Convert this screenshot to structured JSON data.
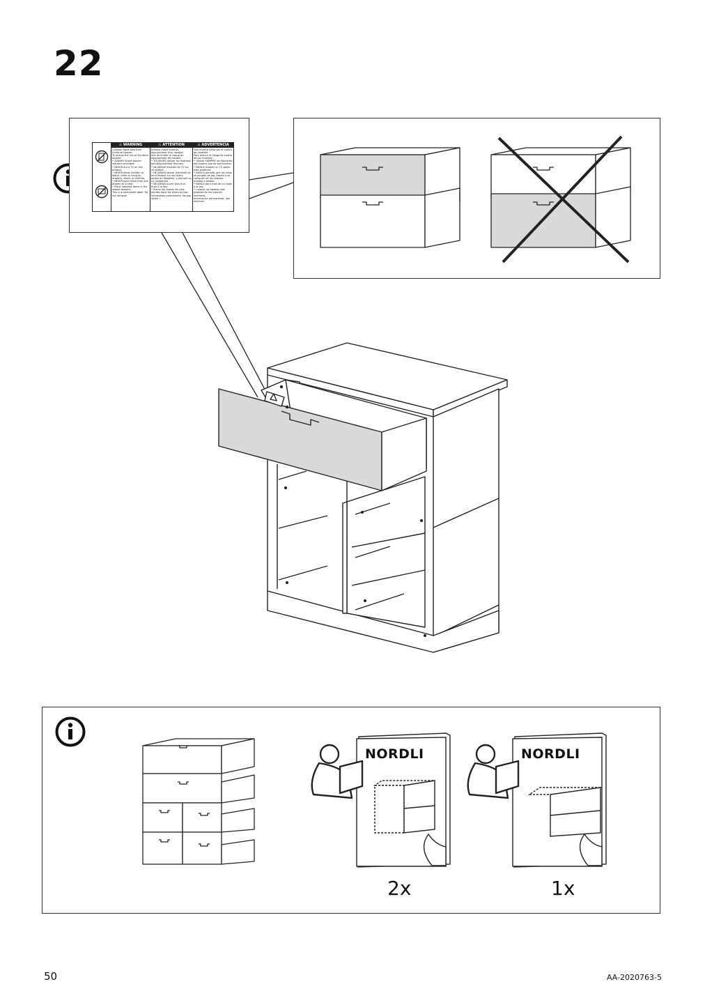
{
  "step": {
    "number": "22"
  },
  "warning_label": {
    "columns": [
      {
        "heading": "⚠ WARNING",
        "text": "Children have died from furniture tipover.\nTo reduce the risk of furniture tipover:\n• ALWAYS install tipover restraint provided.\n• NEVER put a TV on this product.\n• NEVER allow children to stand, climb or hang on drawers, doors, or shelves.\n• NEVER open more than one drawer at a time.\n• Place heaviest items in the lowest drawers.\nThis is a permanent label. Do not remove!"
      },
      {
        "heading": "⚠ ATTENTION",
        "text": "Enfants morts suite au basculement d'un meuble.\nAfin de limiter le risque de basculement de meuble :\n• TOUJOURS utiliser les fixations anti-basculement fournies.\n• Ne JAMAIS installer de TV sur ce produit.\n• NE JAMAIS laisser d'enfants se tenir debout sur les tiroirs, portes ou étagères, y grimper ou s'y suspendre.\n• NE JAMAIS ouvrir plus d'un tiroir à la fois.\n• Placer les choses les plus lourdes dans les tiroirs du bas.\nInformation permanente. Ne pas retirer !"
      },
      {
        "heading": "⚠ ADVERTENCIA",
        "text": "Han muerto niños por el vuelco de muebles\nPara reducir el riesgo de vuelco de los muebles:\n• Utilizar SIEMPRE las fijaciones anti-vuelco que se suministran.\n• NUNCA instalar un TV sobre este producto.\n• NUNCA permitir que los niños se pongan de pie, trepen o se cuelguen de los cajones, puertas o baldas.\n• NUNCA abrir más de un cajón a la vez.\n• Colocar los objetos más pesados en los cajones inferiores.\nInformación permanente. ¡No eliminar!"
      }
    ]
  },
  "reference": {
    "booklets": [
      {
        "title": "NORDLI",
        "quantity": "2x"
      },
      {
        "title": "NORDLI",
        "quantity": "1x"
      }
    ]
  },
  "footer": {
    "page_number": "50",
    "doc_code": "AA-2020763-5"
  },
  "colors": {
    "line": "#222222",
    "drawer_fill": "#d9d9d9",
    "background": "#ffffff"
  },
  "icons": [
    "info-icon",
    "tipover-child-icon",
    "no-tv-icon",
    "reading-person-icon",
    "cross-out-icon"
  ]
}
